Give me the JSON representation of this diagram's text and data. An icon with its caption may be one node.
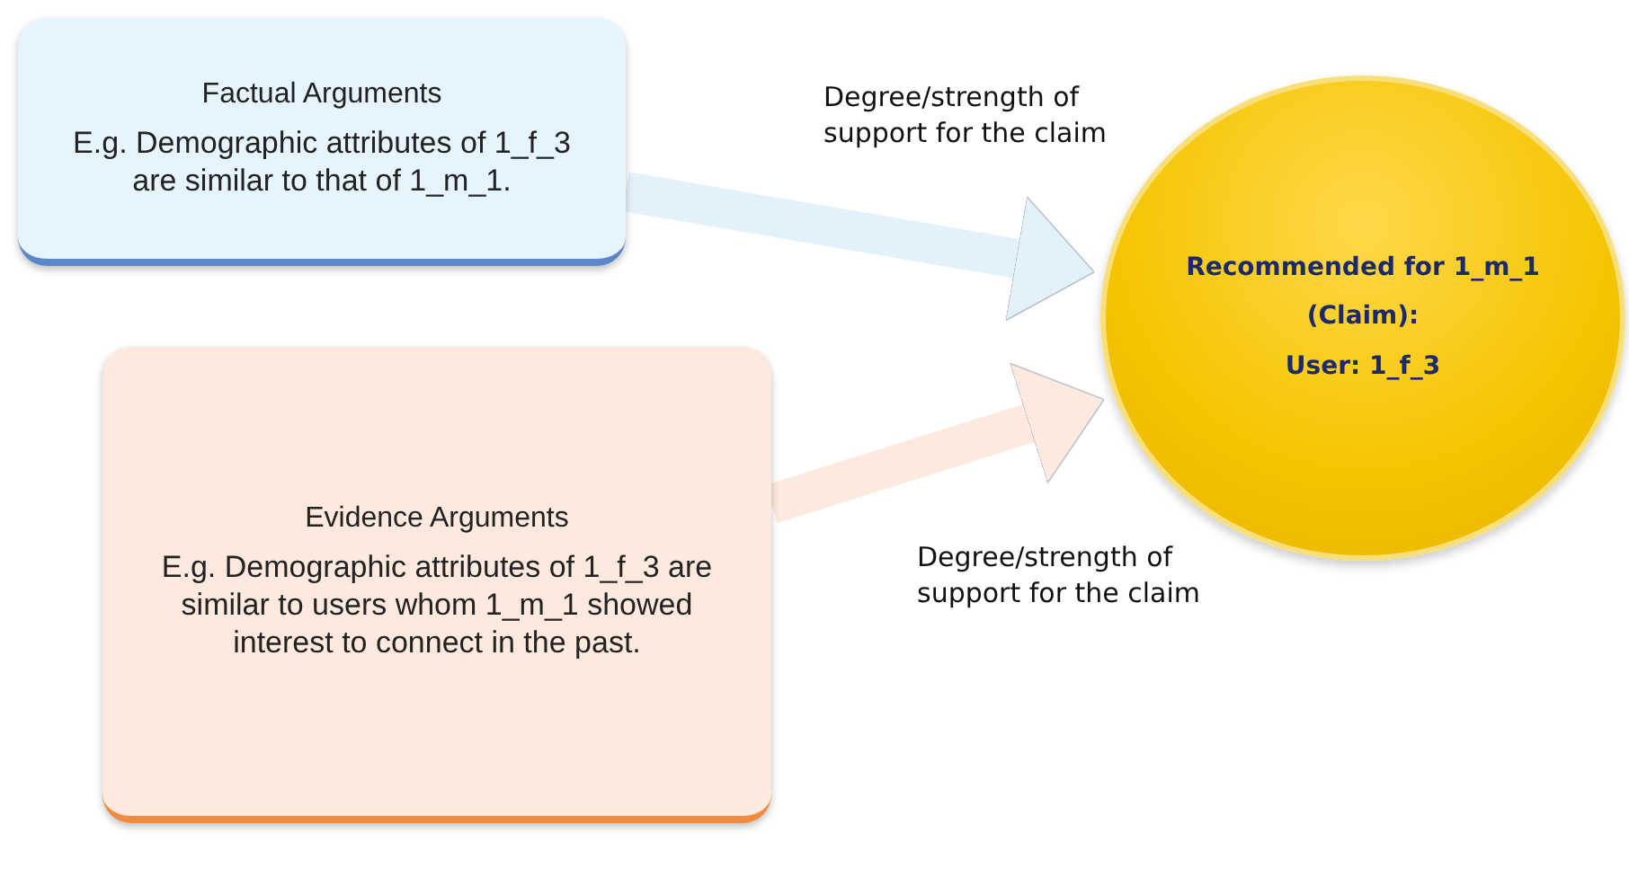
{
  "diagram": {
    "nodes": [
      {
        "text": [
          "Factual Arguments",
          "E.g. Demographic attributes of 1_f_3 are similar to that of  1_m_1."
        ]
      },
      {
        "text": [
          "Evidence Arguments",
          "E.g. Demographic attributes of 1_f_3 are similar to users whom 1_m_1 showed interest to connect in the past."
        ]
      },
      {
        "text": [
          "Recommended for 1_m_1",
          "(Claim):",
          "User: 1_f_3"
        ]
      }
    ],
    "edges": [
      {
        "from": 0,
        "to": 2,
        "arrow": "to",
        "label": "Degree/strength of support for the claim",
        "color": "#e3f1fb"
      },
      {
        "from": 1,
        "to": 2,
        "arrow": "to",
        "label": "Degree/strength of support for the claim",
        "color": "#fde9dd"
      }
    ]
  }
}
